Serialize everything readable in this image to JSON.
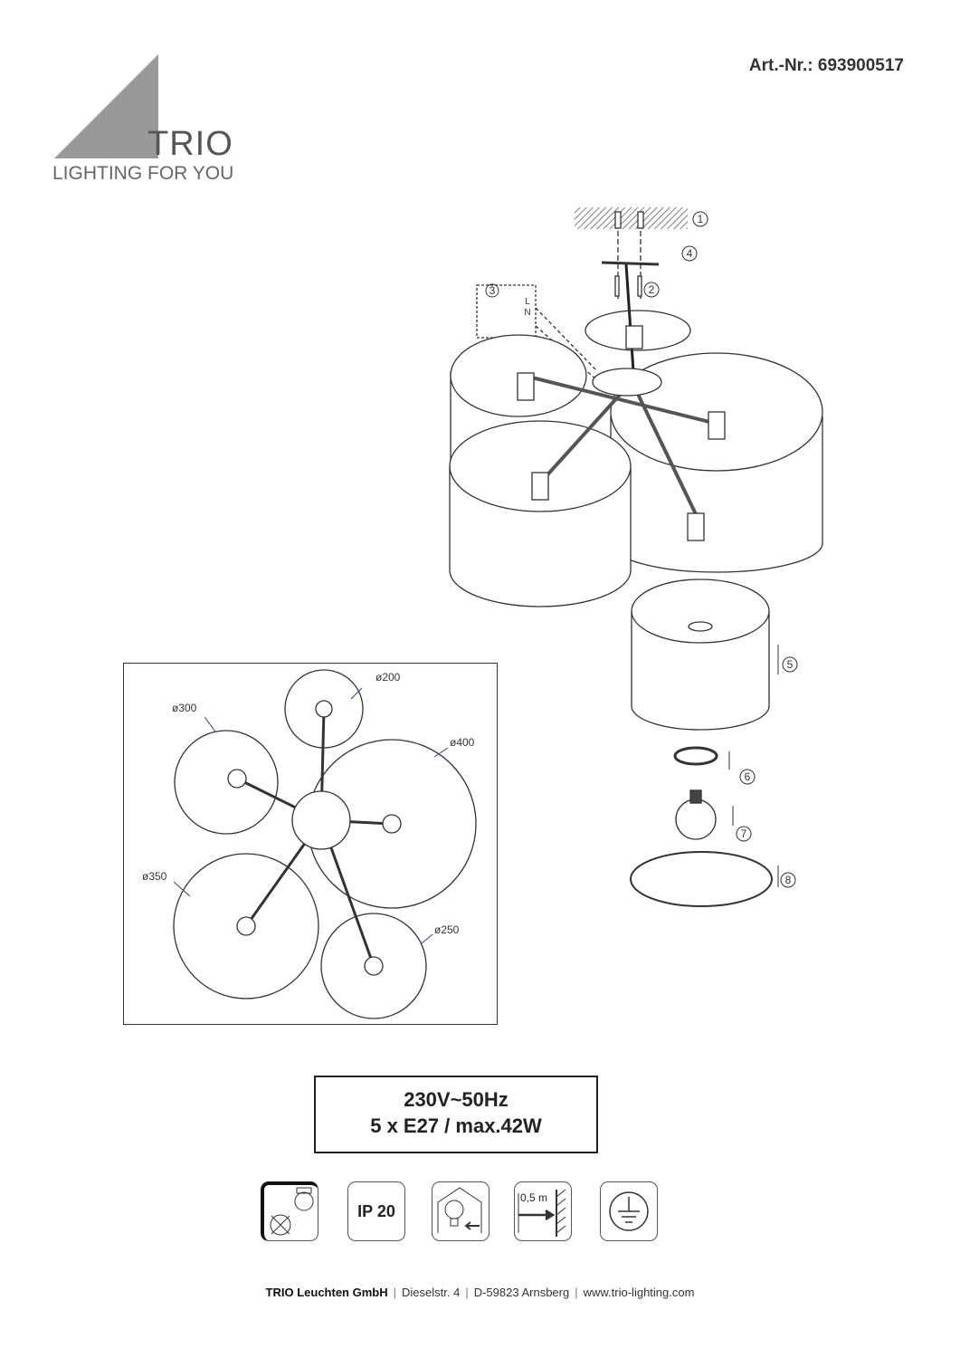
{
  "header": {
    "article_number": "Art.-Nr.: 693900517"
  },
  "logo": {
    "name": "TRIO",
    "tagline": "LIGHTING FOR YOU"
  },
  "assembly": {
    "steps": [
      "1",
      "2",
      "3",
      "4",
      "5",
      "6",
      "7",
      "8"
    ],
    "wiring_labels": [
      "L",
      "N"
    ]
  },
  "top_view": {
    "diameters": [
      "ø200",
      "ø300",
      "ø400",
      "ø350",
      "ø250"
    ]
  },
  "spec": {
    "line1": "230V~50Hz",
    "line2": "5 x E27 / max.42W"
  },
  "icons": [
    {
      "name": "no-ceiling-insulation-icon"
    },
    {
      "name": "ip-rating",
      "label": "IP 20"
    },
    {
      "name": "indoor-use-icon"
    },
    {
      "name": "min-distance-icon",
      "label": "0,5 m"
    },
    {
      "name": "protective-earth-icon"
    }
  ],
  "footer": {
    "company": "TRIO Leuchten GmbH",
    "street": "Dieselstr. 4",
    "city": "D-59823 Arnsberg",
    "website": "www.trio-lighting.com"
  }
}
